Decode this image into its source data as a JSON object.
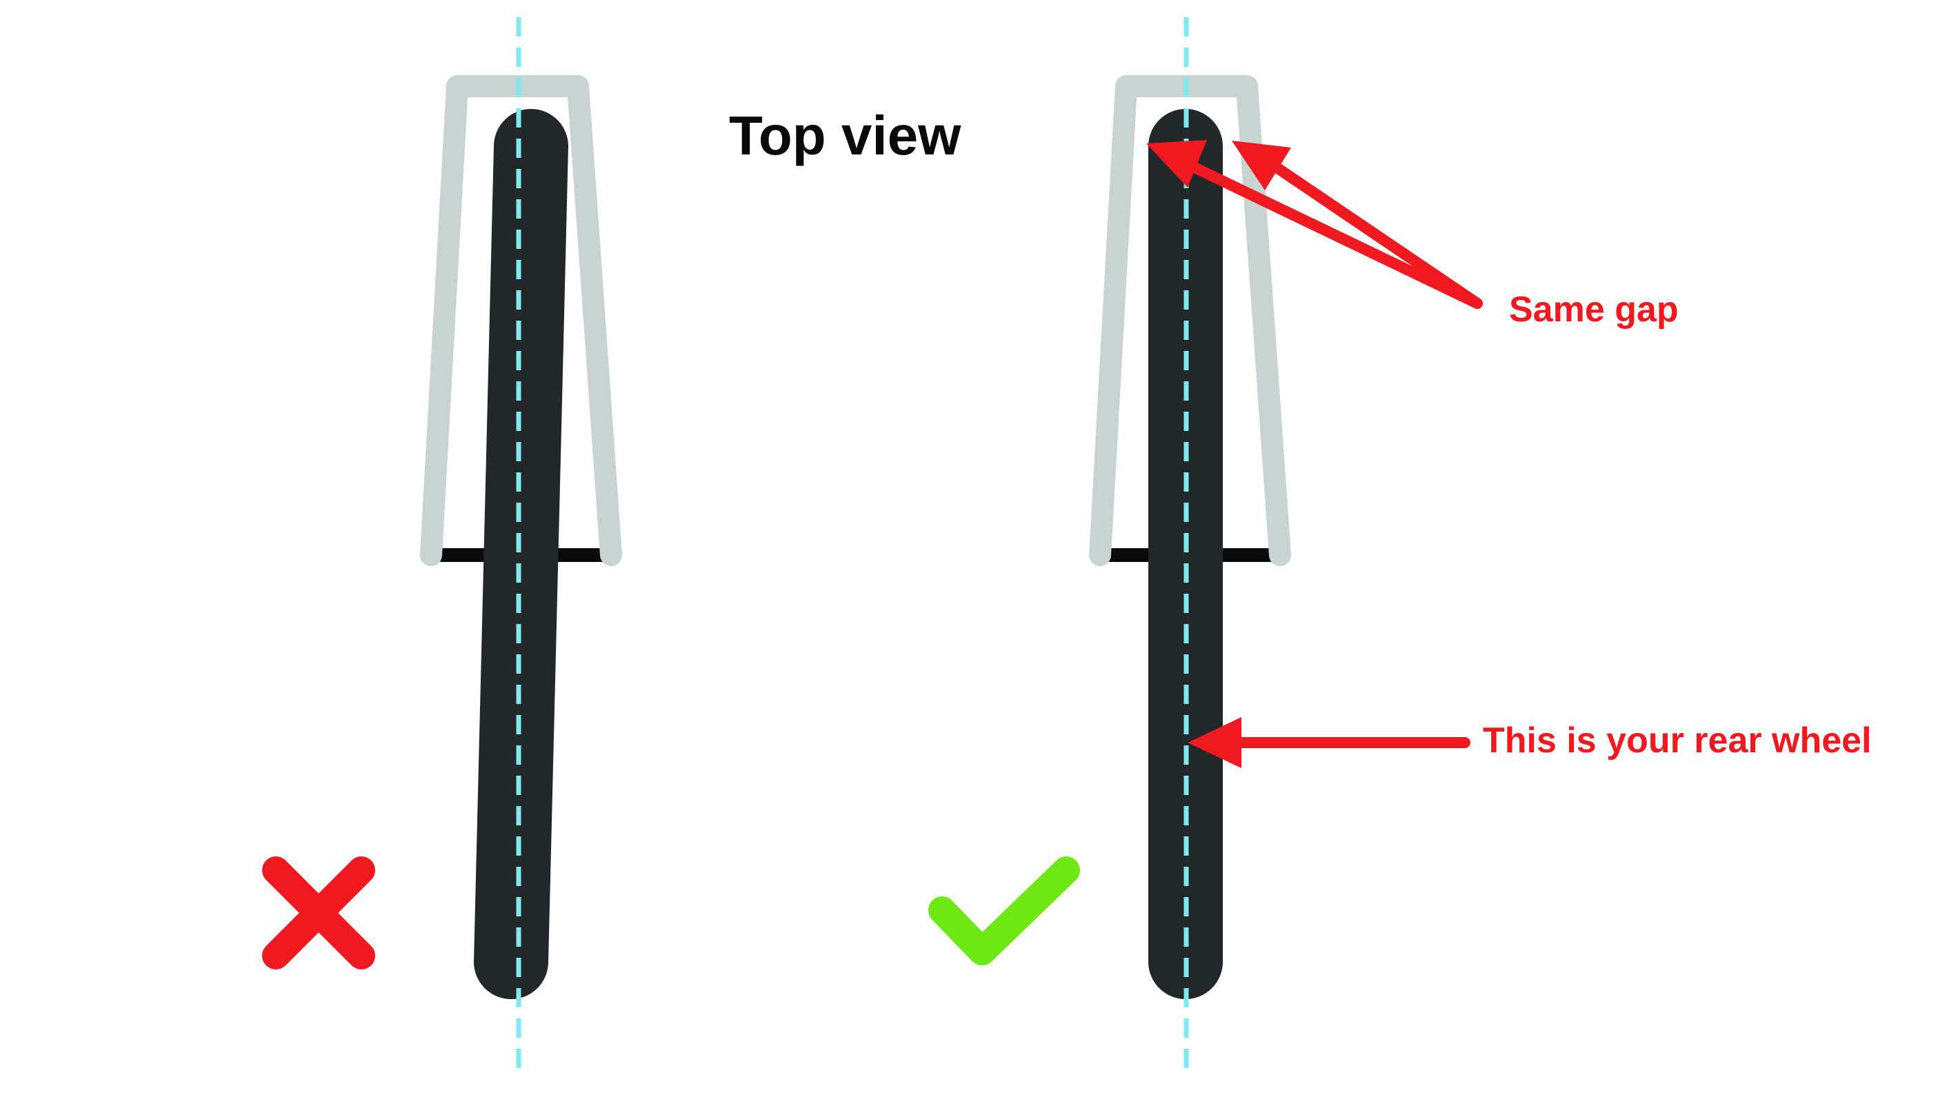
{
  "title": "Top view",
  "annotations": {
    "same_gap": "Same gap",
    "rear_wheel": "This is your rear wheel"
  },
  "panels": [
    {
      "id": "incorrect",
      "verdict": "incorrect",
      "verdict_icon": "cross-icon",
      "wheel_alignment": "tilted"
    },
    {
      "id": "correct",
      "verdict": "correct",
      "verdict_icon": "check-icon",
      "wheel_alignment": "straight"
    }
  ],
  "colors": {
    "background": "#ffffff",
    "frame": "#c8d4d1",
    "wheel": "#22272a",
    "axle": "#0a0a0a",
    "centerline": "#7ee9ee",
    "annotation": "#f0191f",
    "cross": "#f0191f",
    "check": "#6ee813",
    "title": "#0a0a0a"
  }
}
